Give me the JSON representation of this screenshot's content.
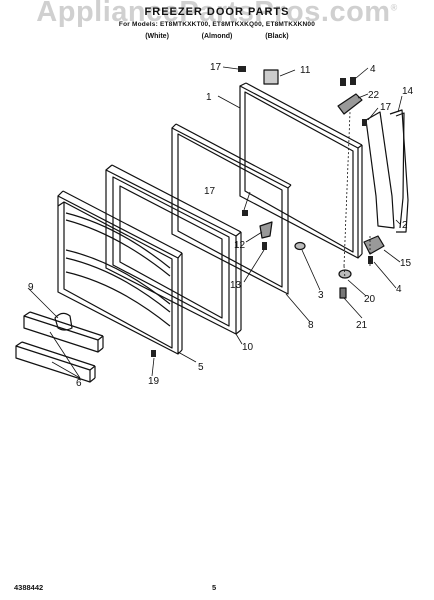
{
  "header": {
    "title": "FREEZER DOOR PARTS",
    "model_line": "For Models: ET8MTKXKT00, ET8MTKXKQ00, ET8MTKXKN00",
    "variants": [
      "(White)",
      "(Almond)",
      "(Black)"
    ]
  },
  "watermark": {
    "text": "AppliancePartsPros",
    "suffix": ".com",
    "symbol": "®"
  },
  "callouts": [
    "1",
    "2",
    "3",
    "4",
    "4",
    "5",
    "6",
    "8",
    "9",
    "10",
    "11",
    "12",
    "13",
    "14",
    "15",
    "17",
    "17",
    "17",
    "19",
    "20",
    "21",
    "22"
  ],
  "footer": {
    "code": "4388442",
    "page": "5"
  }
}
